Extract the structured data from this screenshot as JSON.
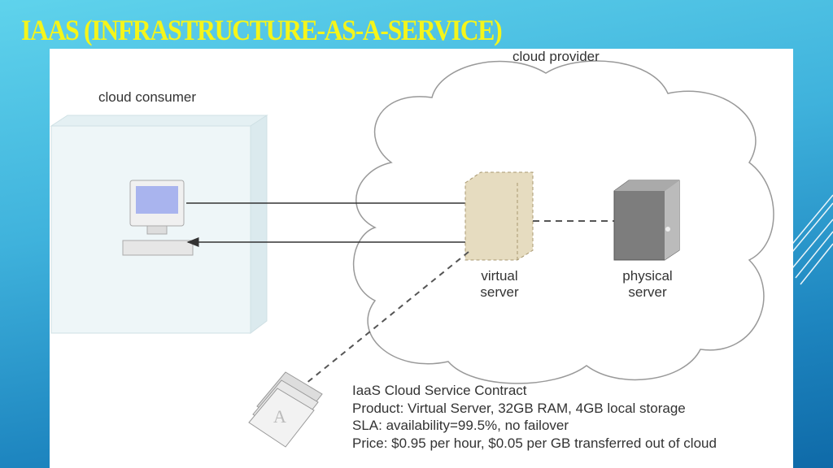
{
  "slide": {
    "title": "IAAS (INFRASTRUCTURE-AS-A-SERVICE)"
  },
  "diagram": {
    "cloud_provider_label": "cloud provider",
    "cloud_consumer_label": "cloud consumer",
    "virtual_server_label": [
      "virtual",
      "server"
    ],
    "physical_server_label": [
      "physical",
      "server"
    ],
    "contract": {
      "title": "IaaS Cloud Service Contract",
      "product": "Product: Virtual Server, 32GB RAM, 4GB local storage",
      "sla": "SLA: availability=99.5%, no failover",
      "price": "Price: $0.95 per hour, $0.05 per GB transferred out of cloud"
    }
  },
  "colors": {
    "title": "#f5f51a",
    "virtual_server": "#e6dcc0",
    "physical_server": "#7d7d7d"
  }
}
